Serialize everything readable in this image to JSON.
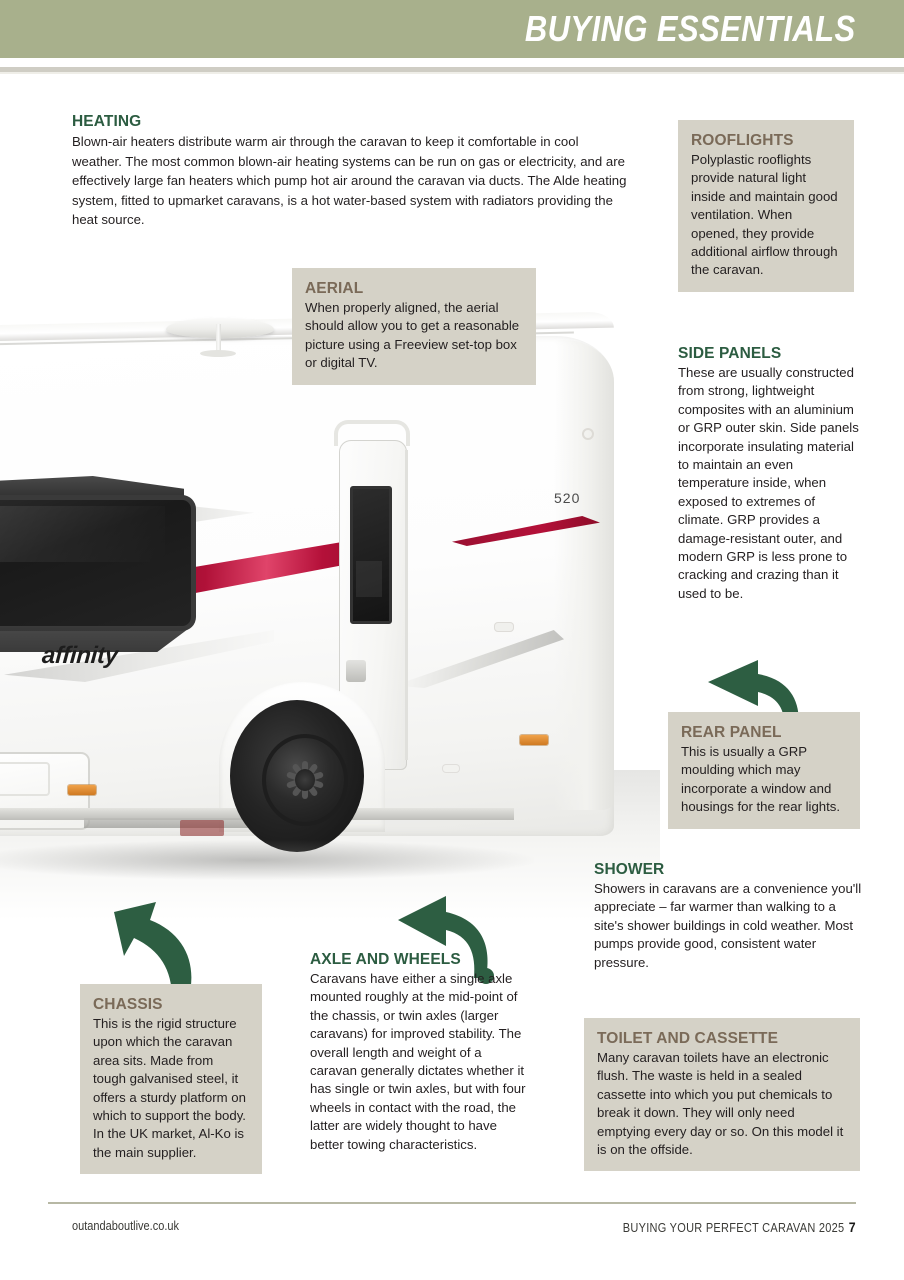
{
  "header": {
    "title": "BUYING ESSENTIALS",
    "band_color": "#a8b08c"
  },
  "colors": {
    "band": "#a8b08c",
    "heading_green": "#2c5c41",
    "heading_brown": "#7a6a58",
    "box_beige": "#d5d2c7",
    "arrow_green": "#2d5e42",
    "stripe_red": "#b01138",
    "body_text": "#231f20"
  },
  "sections": {
    "heating": {
      "heading": "HEATING",
      "body": "Blown-air heaters distribute warm air through the caravan to keep it comfortable in cool weather. The most common blown-air heating systems can be run on gas or electricity, and are effectively large fan heaters which pump hot air around the caravan via ducts. The Alde heating system, fitted to upmarket caravans, is a hot water-based system with radiators providing the heat source."
    },
    "rooflights": {
      "heading": "ROOFLIGHTS",
      "body": "Polyplastic rooflights provide natural light inside and maintain good ventilation. When opened, they provide additional airflow through the caravan."
    },
    "aerial": {
      "heading": "AERIAL",
      "body": "When properly aligned, the aerial should allow you to get a reasonable picture using a Freeview set-top box or digital TV."
    },
    "side_panels": {
      "heading": "SIDE PANELS",
      "body": "These are usually constructed from strong, lightweight composites with an aluminium or GRP outer skin. Side panels incorporate insulating material to maintain an even temperature inside, when exposed to extremes of climate. GRP provides a damage-resistant outer, and modern GRP is less prone to cracking and crazing than it used to be."
    },
    "rear_panel": {
      "heading": "REAR PANEL",
      "body": "This is usually a GRP moulding which may incorporate a window and housings for the rear lights."
    },
    "shower": {
      "heading": "SHOWER",
      "body": "Showers in caravans are a convenience you'll appreciate – far warmer than walking to a site's shower buildings in cold weather. Most pumps provide good, consistent water pressure."
    },
    "axle_and_wheels": {
      "heading": "AXLE AND WHEELS",
      "body": "Caravans have either a single axle mounted roughly at the mid-point of the chassis, or twin axles (larger caravans) for improved stability. The overall length and weight of a caravan generally dictates whether it has single or twin axles, but with four wheels in contact with the road, the latter are widely thought to have better towing characteristics."
    },
    "chassis": {
      "heading": "CHASSIS",
      "body": "This is the rigid structure upon which the caravan area sits. Made from tough galvanised steel, it offers a sturdy platform on which to support the body. In the UK market, Al-Ko is the main supplier."
    },
    "toilet_and_cassette": {
      "heading": "TOILET AND CASSETTE",
      "body": "Many caravan toilets have an electronic flush. The waste is held in a sealed cassette into which you put chemicals to break it down. They will only need emptying every day or so. On this model it is on the offside."
    }
  },
  "photo": {
    "caption_brand": "affinity",
    "caption_model": "520"
  },
  "footer": {
    "site": "outandaboutlive.co.uk",
    "publication": "BUYING YOUR PERFECT CARAVAN 2025",
    "page_number": "7"
  }
}
